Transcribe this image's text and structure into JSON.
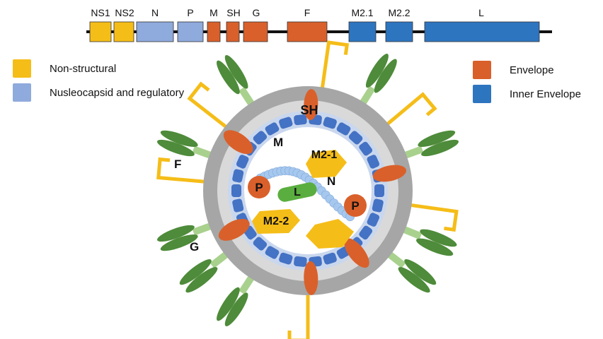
{
  "colors": {
    "non_structural": "#F5BD18",
    "nucleocapsid": "#8FAADC",
    "envelope": "#D9602B",
    "inner_envelope": "#2E75C0",
    "membrane_outer": "#A6A6A6",
    "membrane_inner": "#D9D9D9",
    "matrix_block": "#4472C4",
    "interior": "#FFFFFF",
    "spike_green": "#4E8B3A",
    "spike_light": "#A9D18E",
    "pill_green": "#5AAE3F",
    "bead": "#A6C8EE",
    "bracket": "#F5BD18"
  },
  "genome": {
    "genes": [
      {
        "label": "NS1",
        "category": "non_structural"
      },
      {
        "label": "NS2",
        "category": "non_structural"
      },
      {
        "label": "N",
        "category": "nucleocapsid"
      },
      {
        "label": "P",
        "category": "nucleocapsid"
      },
      {
        "label": "M",
        "category": "envelope"
      },
      {
        "label": "SH",
        "category": "envelope"
      },
      {
        "label": "G",
        "category": "envelope"
      },
      {
        "label": "F",
        "category": "envelope"
      },
      {
        "label": "M2.1",
        "category": "inner_envelope"
      },
      {
        "label": "M2.2",
        "category": "inner_envelope"
      },
      {
        "label": "L",
        "category": "inner_envelope"
      }
    ]
  },
  "legend": {
    "left": [
      {
        "label": "Non-structural",
        "category": "non_structural"
      },
      {
        "label": "Nusleocapsid and regulatory",
        "category": "nucleocapsid"
      }
    ],
    "right": [
      {
        "label": "Envelope",
        "category": "envelope"
      },
      {
        "label": "Inner Envelope",
        "category": "inner_envelope"
      }
    ]
  },
  "virion_labels": {
    "sh": "SH",
    "m": "M",
    "m2_1": "M2-1",
    "n": "N",
    "p_left": "P",
    "l": "L",
    "p_right": "P",
    "m2_2": "M2-2",
    "f": "F",
    "g": "G"
  }
}
